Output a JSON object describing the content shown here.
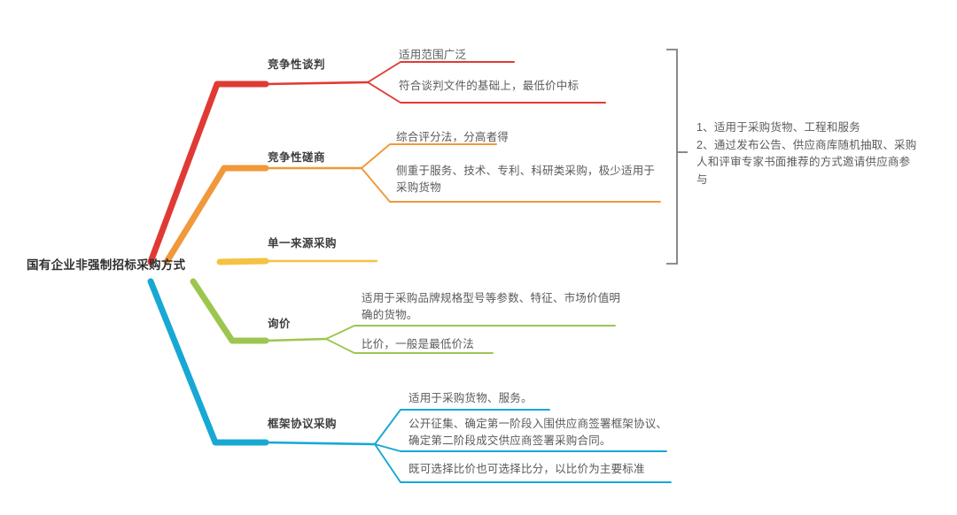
{
  "diagram": {
    "type": "mind-map",
    "title": "国有企业非强制招标采购方式",
    "root": {
      "label": "国有企业非强制招标采购方式",
      "color": "#2f2f2f"
    },
    "branches": [
      {
        "id": "competitive-negotiation",
        "label": "竞争性谈判",
        "color": "#E03A35",
        "leaves": [
          {
            "text": "适用范围广泛"
          },
          {
            "text": "符合谈判文件的基础上，最低价中标"
          }
        ]
      },
      {
        "id": "competitive-consultation",
        "label": "竞争性磋商",
        "color": "#F0983A",
        "leaves": [
          {
            "text": "综合评分法，分高者得"
          },
          {
            "text": "侧重于服务、技术、专利、科研类采购，极少适用于采购货物"
          }
        ]
      },
      {
        "id": "single-source",
        "label": "单一来源采购",
        "color": "#F5C242",
        "leaves": []
      },
      {
        "id": "inquiry",
        "label": "询价",
        "color": "#9CC64F",
        "leaves": [
          {
            "text": "适用于采购品牌规格型号等参数、特征、市场价值明确的货物。"
          },
          {
            "text": "比价，一般是最低价法"
          }
        ]
      },
      {
        "id": "framework-agreement",
        "label": "框架协议采购",
        "color": "#17A8D4",
        "leaves": [
          {
            "text": "适用于采购货物、服务。"
          },
          {
            "text": "公开征集、确定第一阶段入围供应商签署框架协议、确定第二阶段成交供应商签署采购合同。"
          },
          {
            "text": "既可选择比价也可选择比分，以比价为主要标准"
          }
        ]
      }
    ],
    "bracket_note": {
      "color": "#7d7d7d",
      "covers": [
        "竞争性谈判",
        "竞争性磋商",
        "单一来源采购"
      ],
      "lines": [
        "1、适用于采购货物、工程和服务",
        "2、通过发布公告、供应商库随机抽取、采购人和评审专家书面推荐的方式邀请供应商参与"
      ],
      "text": "1、适用于采购货物、工程和服务\n2、通过发布公告、供应商库随机抽取、采购人和评审专家书面推荐的方式邀请供应商参与"
    }
  }
}
